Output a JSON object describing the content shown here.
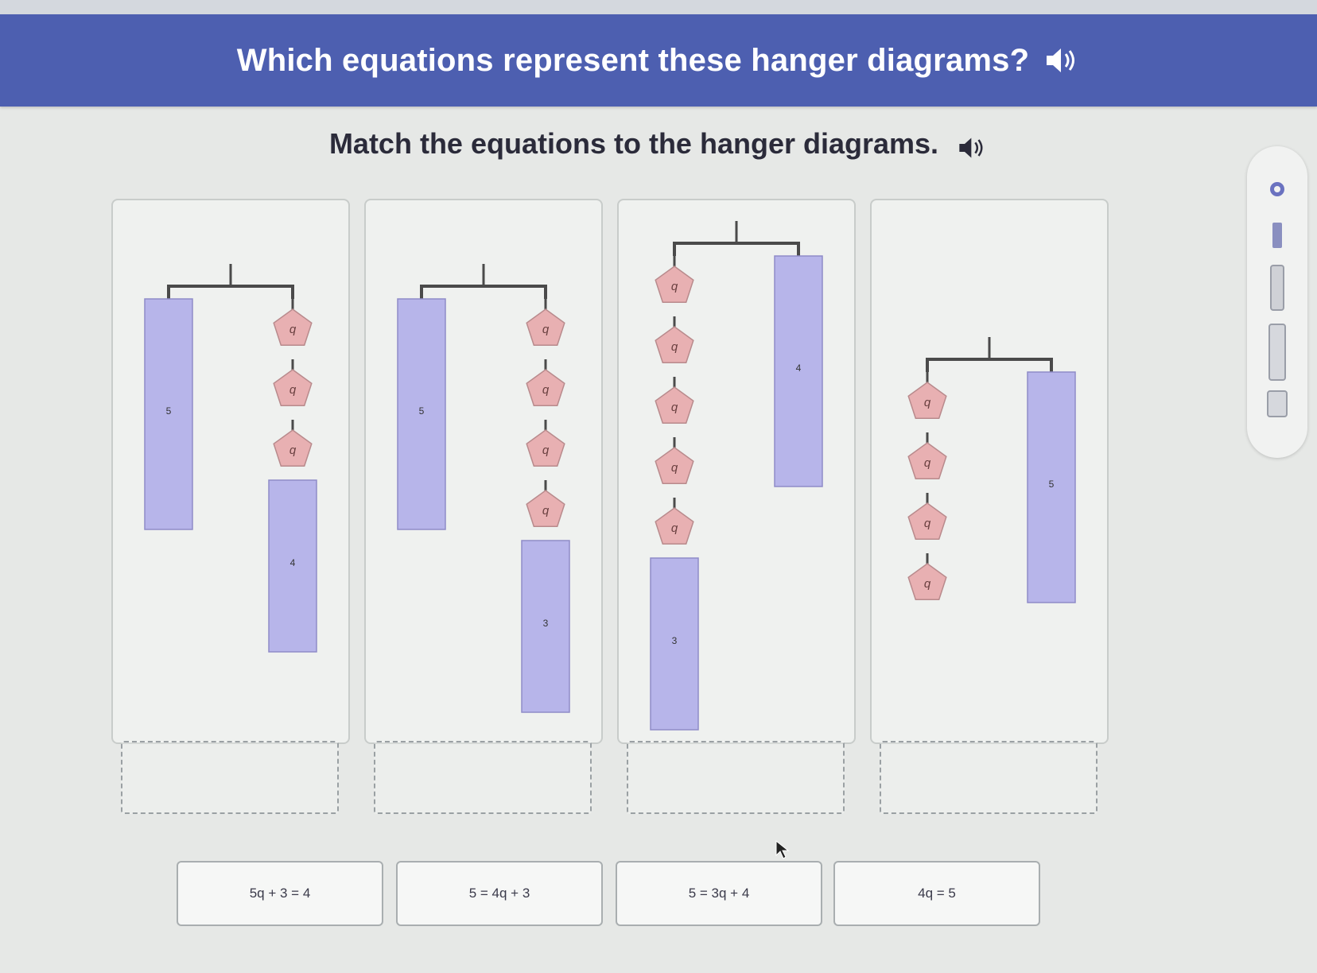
{
  "header": {
    "title": "Which equations represent these hanger diagrams?",
    "instruction": "Match the equations to the hanger diagrams.",
    "speaker_icon": "speaker-icon"
  },
  "diagrams": [
    {
      "left": [
        {
          "type": "bar",
          "label": "5"
        }
      ],
      "right": [
        {
          "type": "q",
          "label": "q"
        },
        {
          "type": "q",
          "label": "q"
        },
        {
          "type": "q",
          "label": "q"
        },
        {
          "type": "bar",
          "label": "4"
        }
      ]
    },
    {
      "left": [
        {
          "type": "bar",
          "label": "5"
        }
      ],
      "right": [
        {
          "type": "q",
          "label": "q"
        },
        {
          "type": "q",
          "label": "q"
        },
        {
          "type": "q",
          "label": "q"
        },
        {
          "type": "q",
          "label": "q"
        },
        {
          "type": "bar",
          "label": "3"
        }
      ]
    },
    {
      "left": [
        {
          "type": "q",
          "label": "q"
        },
        {
          "type": "q",
          "label": "q"
        },
        {
          "type": "q",
          "label": "q"
        },
        {
          "type": "q",
          "label": "q"
        },
        {
          "type": "q",
          "label": "q"
        },
        {
          "type": "bar",
          "label": "3"
        }
      ],
      "right": [
        {
          "type": "bar",
          "label": "4"
        }
      ]
    },
    {
      "left": [
        {
          "type": "q",
          "label": "q"
        },
        {
          "type": "q",
          "label": "q"
        },
        {
          "type": "q",
          "label": "q"
        },
        {
          "type": "q",
          "label": "q"
        }
      ],
      "right": [
        {
          "type": "bar",
          "label": "5"
        }
      ]
    }
  ],
  "cards": [
    {
      "label": "5q + 3 = 4"
    },
    {
      "label": "5 = 4q + 3"
    },
    {
      "label": "5 = 3q + 4"
    },
    {
      "label": "4q = 5"
    }
  ],
  "colors": {
    "banner": "#4d5fb0",
    "bar": "#b7b5ea",
    "pentagon": "#e8b0b2"
  },
  "toolbar_icons": [
    "pointer-tool-icon",
    "pencil-tool-icon",
    "highlighter-tool-icon",
    "eraser-tool-icon",
    "calculator-tool-icon"
  ]
}
